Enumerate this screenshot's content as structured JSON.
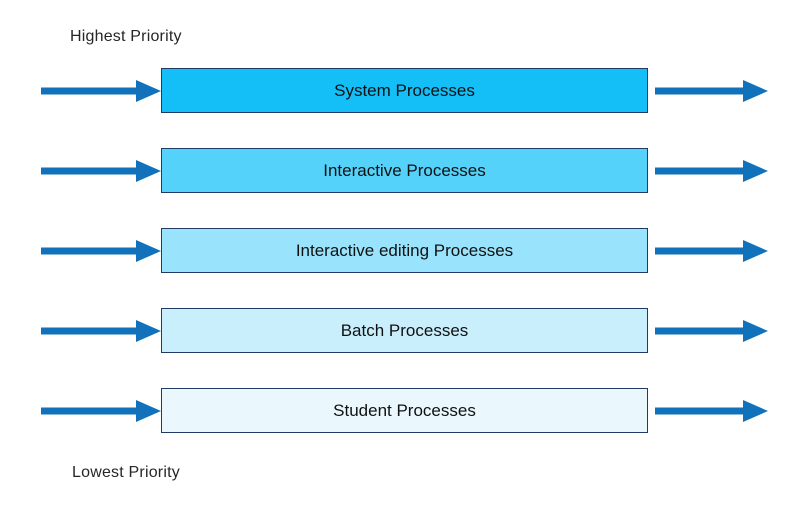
{
  "diagram": {
    "top_label": "Highest Priority",
    "bottom_label": "Lowest Priority",
    "queues": [
      {
        "label": "System Processes",
        "fill": "#14bef7"
      },
      {
        "label": "Interactive Processes",
        "fill": "#55d2fa"
      },
      {
        "label": "Interactive editing Processes",
        "fill": "#99e3fc"
      },
      {
        "label": "Batch Processes",
        "fill": "#c9effd"
      },
      {
        "label": "Student Processes",
        "fill": "#eaf8fe"
      }
    ],
    "colors": {
      "arrow": "#1171ba",
      "box_border": "#1f3b66",
      "background": "#ffffff",
      "text": "#262626"
    }
  }
}
